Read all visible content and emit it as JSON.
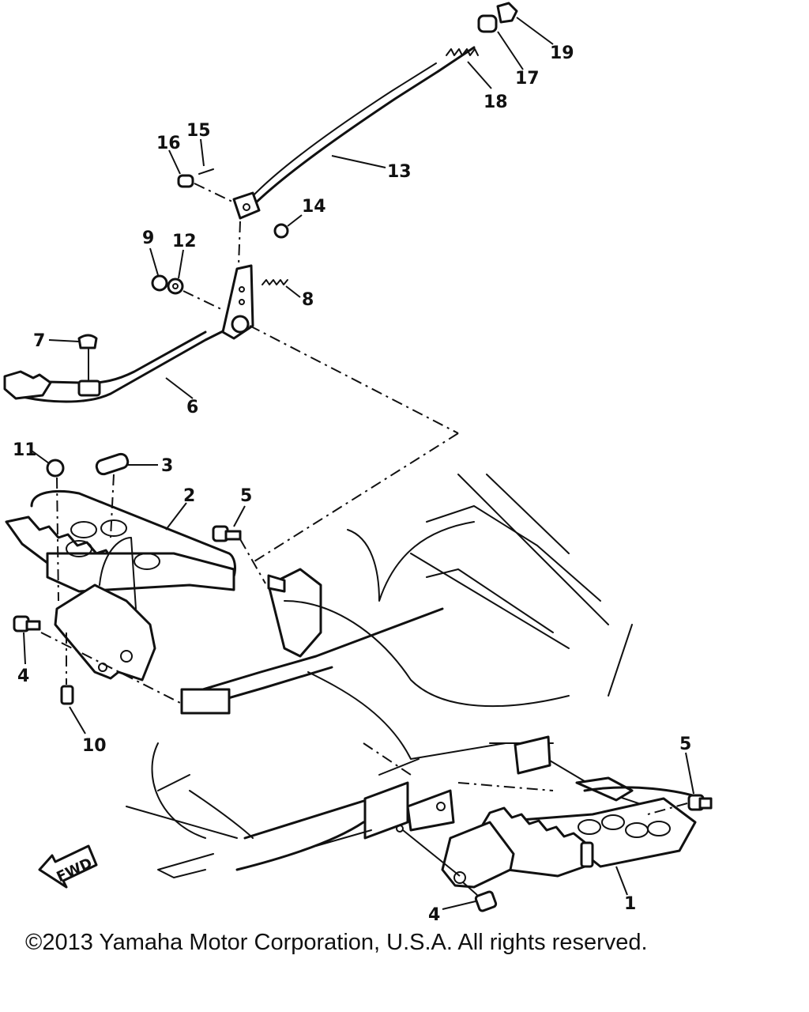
{
  "callouts": {
    "c1": "1",
    "c2": "2",
    "c3": "3",
    "c4a": "4",
    "c4b": "4",
    "c5a": "5",
    "c5b": "5",
    "c6": "6",
    "c7": "7",
    "c8": "8",
    "c9": "9",
    "c10": "10",
    "c11": "11",
    "c12": "12",
    "c13": "13",
    "c14": "14",
    "c15": "15",
    "c16": "16",
    "c17": "17",
    "c18": "18",
    "c19": "19"
  },
  "direction_label": "FWD",
  "copyright": "©2013 Yamaha Motor Corporation, U.S.A. All rights reserved."
}
